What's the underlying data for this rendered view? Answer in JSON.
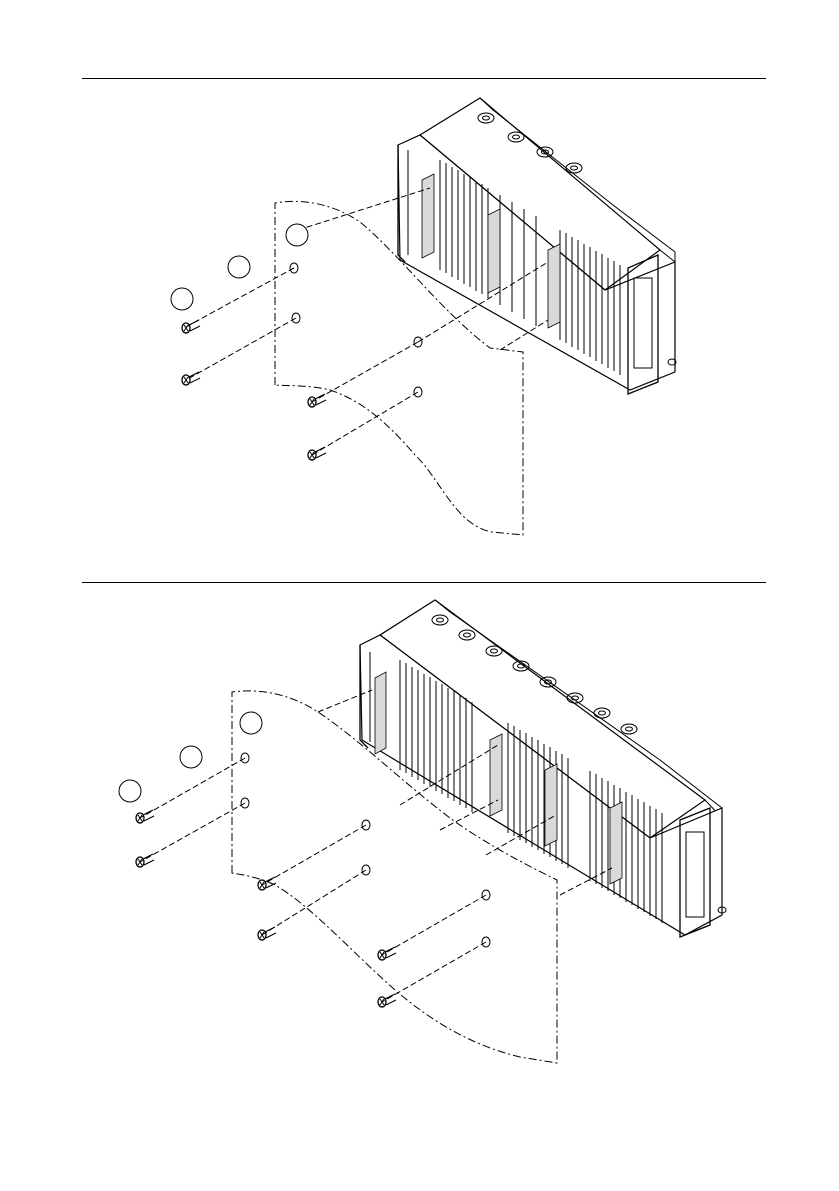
{
  "page": {
    "number": ""
  },
  "figures": [
    {
      "name": "figure-four-slot-mounting",
      "slots": 4,
      "screws": 4,
      "callouts": [
        "",
        "",
        ""
      ]
    },
    {
      "name": "figure-eight-slot-mounting",
      "slots": 8,
      "screws": 6,
      "callouts": [
        "",
        "",
        ""
      ]
    }
  ]
}
